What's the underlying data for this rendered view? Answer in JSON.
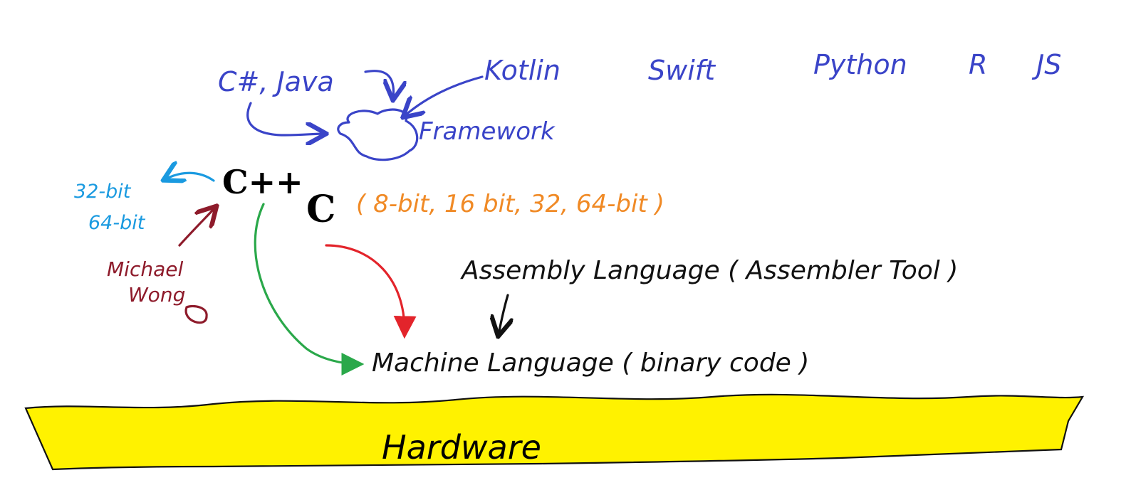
{
  "diagram": {
    "languages_top": {
      "csharp_java": "C#, Java",
      "kotlin": "Kotlin",
      "swift": "Swift",
      "python": "Python",
      "r": "R",
      "js": "JS"
    },
    "framework": "Framework",
    "cpp": {
      "label": "C++",
      "bits": [
        "32-bit",
        "64-bit"
      ],
      "author": [
        "Michael",
        "Wong"
      ]
    },
    "c": {
      "label": "C",
      "bits": "( 8-bit, 16 bit, 32, 64-bit )"
    },
    "assembly": "Assembly Language ( Assembler Tool )",
    "machine": "Machine Language ( binary code )",
    "hardware": "Hardware",
    "colors": {
      "blue": "#3a44c8",
      "cyan": "#1a9ae0",
      "orange": "#f08a26",
      "maroon": "#8e1b2b",
      "green": "#2aa84a",
      "red": "#e3242b",
      "hardware_fill": "#fff200"
    }
  }
}
